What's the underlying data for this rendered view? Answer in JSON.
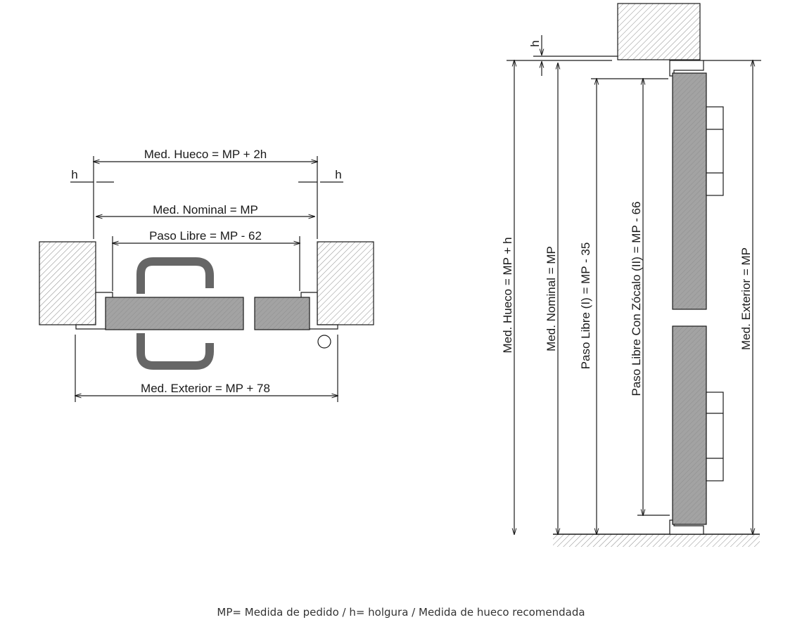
{
  "colors": {
    "line": "#1a1a1a",
    "hatch": "#8a8a8a",
    "door_fill": "#9a9a9a",
    "handle": "#666666",
    "background": "#ffffff"
  },
  "plan": {
    "med_hueco": "Med. Hueco = MP + 2h",
    "h_left": "h",
    "h_right": "h",
    "med_nominal": "Med. Nominal = MP",
    "paso_libre": "Paso Libre = MP - 62",
    "med_exterior": "Med. Exterior = MP + 78"
  },
  "section": {
    "h_top": "h",
    "med_hueco": "Med. Hueco = MP + h",
    "med_nominal": "Med. Nominal = MP",
    "paso_libre_1": "Paso Libre (I) = MP - 35",
    "paso_libre_2": "Paso Libre Con Zócalo (II) = MP - 66",
    "med_exterior": "Med. Exterior = MP"
  },
  "caption": "MP= Medida de pedido / h= holgura / Medida de hueco recomendada"
}
